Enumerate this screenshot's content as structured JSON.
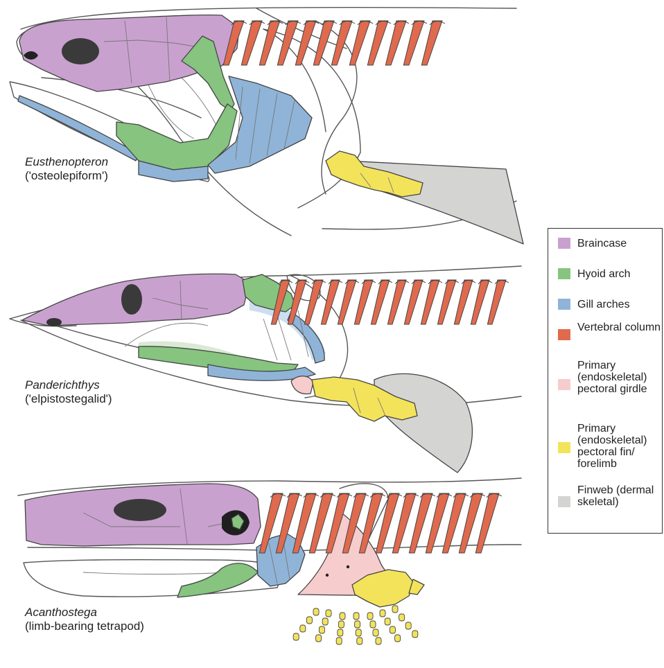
{
  "taxa": [
    {
      "genus": "Eusthenopteron",
      "group": "('osteolepiform')"
    },
    {
      "genus": "Panderichthys",
      "group": "('elpistostegalid')"
    },
    {
      "genus": "Acanthostega",
      "group": "(limb-bearing tetrapod)"
    }
  ],
  "legend": {
    "items": [
      {
        "label": "Braincase",
        "color": "#c9a1cf"
      },
      {
        "label": "Hyoid arch",
        "color": "#86c47f"
      },
      {
        "label": "Gill arches",
        "color": "#8fb4d8"
      },
      {
        "label": "Vertebral column",
        "color": "#e06a4e"
      },
      {
        "label": "Primary (endoskeletal) pectoral girdle",
        "color": "#f7cccc"
      },
      {
        "label": "Primary (endoskeletal) pectoral fin/ forelimb",
        "color": "#f3e35a"
      },
      {
        "label": "Finweb (dermal skeletal)",
        "color": "#d4d4d2"
      }
    ]
  }
}
